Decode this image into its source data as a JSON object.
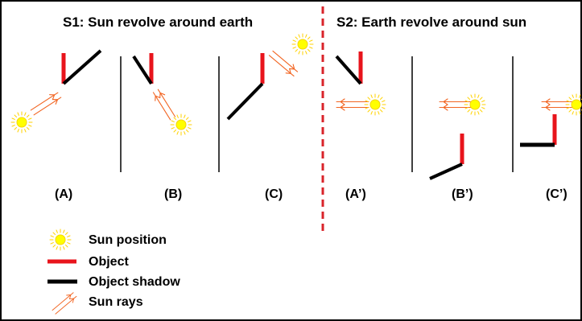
{
  "scenarios": {
    "s1_title": "S1: Sun revolve around earth",
    "s2_title": "S2: Earth revolve around sun"
  },
  "panels": {
    "a": "(A)",
    "b": "(B)",
    "c": "(C)",
    "a_prime": "(A’)",
    "b_prime": "(B’)",
    "c_prime": "(C’)"
  },
  "legend": {
    "sun": "Sun position",
    "object": "Object",
    "shadow": "Object shadow",
    "rays": "Sun rays"
  },
  "colors": {
    "object": "#e8141c",
    "shadow": "#000000",
    "sun": "#ffff00",
    "rays": "#f26522",
    "divider": "#d9232a"
  }
}
